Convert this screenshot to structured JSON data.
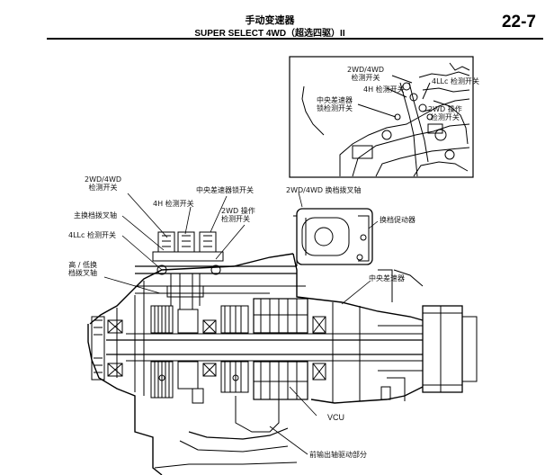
{
  "header": {
    "title_cn": "手动变速器",
    "title_en": "SUPER SELECT 4WD（超选四驱）II",
    "page_number": "22-7"
  },
  "inset": {
    "labels": {
      "switch_2wd4wd_l1": "2WD/4WD",
      "switch_2wd4wd_l2": "检测开关",
      "switch_4h": "4H 检测开关",
      "switch_4llc": "4LLc 检测开关",
      "center_diff_lock_l1": "中央差速器",
      "center_diff_lock_l2": "锁检测开关",
      "switch_2wd_op_l1": "2WD 操作",
      "switch_2wd_op_l2": "检测开关"
    }
  },
  "main": {
    "labels": {
      "switch_2wd4wd_l1": "2WD/4WD",
      "switch_2wd4wd_l2": "检测开关",
      "switch_4h": "4H 检测开关",
      "center_diff_lock_switch": "中央差速器锁开关",
      "shift_fork_shaft_2wd4wd": "2WD/4WD 换档拨叉轴",
      "main_shift_fork_shaft": "主换档拨叉轴",
      "switch_2wd_op_l1": "2WD 操作",
      "switch_2wd_op_l2": "检测开关",
      "shift_actuator": "换档促动器",
      "switch_4llc": "4LLc 检测开关",
      "hilo_fork_l1": "高 / 低换",
      "hilo_fork_l2": "档拨叉轴",
      "center_diff": "中央差速器",
      "vcu": "VCU",
      "front_output_drive": "前输出轴驱动部分"
    }
  }
}
